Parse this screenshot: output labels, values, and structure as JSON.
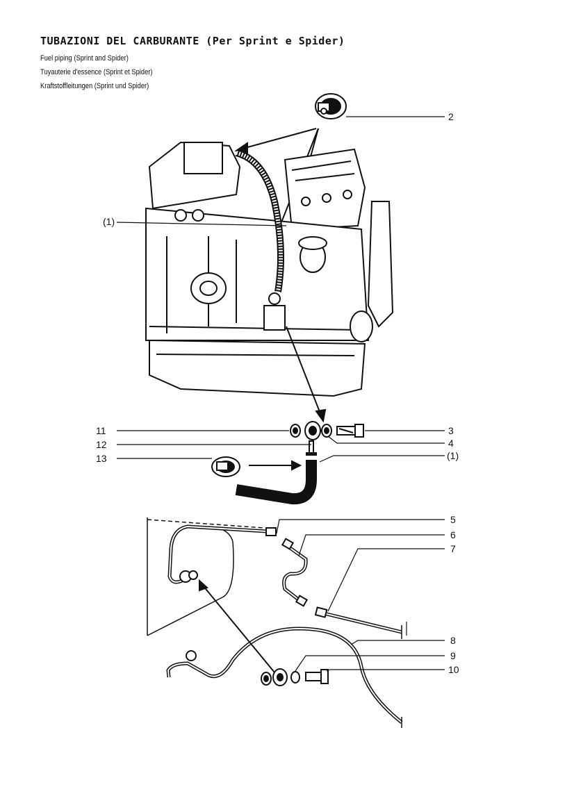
{
  "title": {
    "main": "TUBAZIONI DEL CARBURANTE (Per Sprint e Spider)",
    "lines": [
      "Fuel piping (Sprint and Spider)",
      "Tuyauterie d'essence (Sprint et Spider)",
      "Kraftstoffleitungen (Sprint und Spider)"
    ]
  },
  "callouts": {
    "c2": "2",
    "c1_engine": "(1)",
    "c11": "11",
    "c12": "12",
    "c13": "13",
    "c3": "3",
    "c4": "4",
    "c1_hose": "(1)",
    "c5": "5",
    "c6": "6",
    "c7": "7",
    "c8": "8",
    "c9": "9",
    "c10": "10"
  },
  "colors": {
    "ink": "#111111",
    "paper": "#ffffff"
  }
}
